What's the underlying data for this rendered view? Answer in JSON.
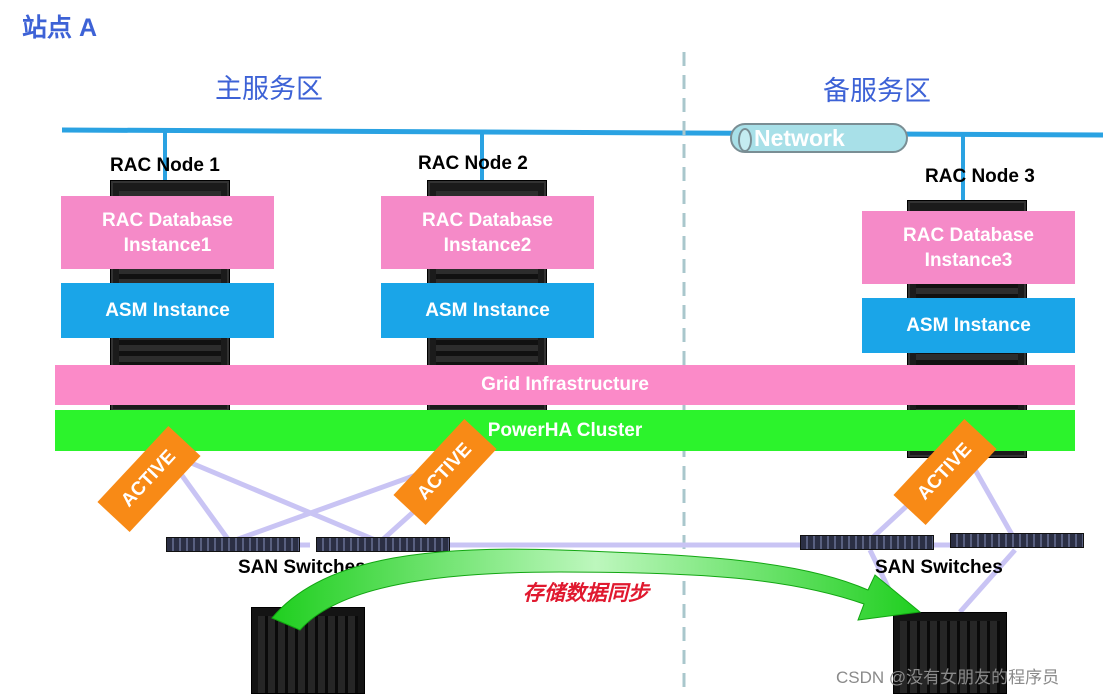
{
  "site_title": "站点 A",
  "zones": {
    "primary": "主服务区",
    "standby": "备服务区"
  },
  "network_label": "Network",
  "nodes": [
    {
      "label": "RAC Node 1",
      "db_instance": "RAC Database\nInstance1",
      "asm_instance": "ASM Instance"
    },
    {
      "label": "RAC Node 2",
      "db_instance": "RAC Database\nInstance2",
      "asm_instance": "ASM Instance"
    },
    {
      "label": "RAC Node 3",
      "db_instance": "RAC Database\nInstance3",
      "asm_instance": "ASM Instance"
    }
  ],
  "grid_infrastructure": "Grid Infrastructure",
  "powerha_cluster": "PowerHA Cluster",
  "active_badges": [
    "ACTIVE",
    "ACTIVE",
    "ACTIVE"
  ],
  "san_switches": [
    "SAN Switches",
    "SAN Switches"
  ],
  "sync_label": "存储数据同步",
  "watermark": "CSDN @没有女朋友的程序员",
  "colors": {
    "title_blue": "#3d62d6",
    "network_line": "#2aa2e2",
    "pink": "#f58ac8",
    "asm_blue": "#1aa5e8",
    "powerha_green": "#2cf32c",
    "active_orange": "#f88a16",
    "sync_red": "#e0192f"
  }
}
